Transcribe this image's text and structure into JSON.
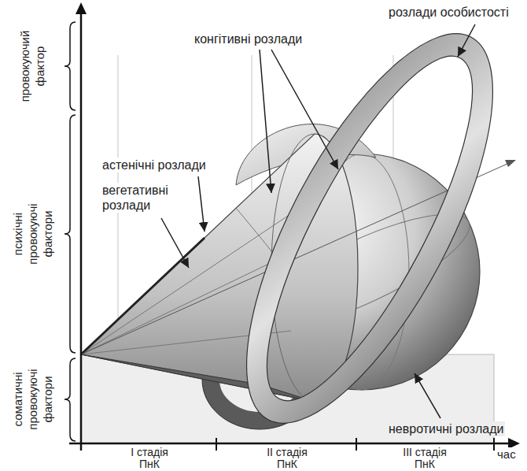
{
  "diagram": {
    "labels": [
      "провокуючий фактор",
      "розлади особистості",
      "конгітивні розлади",
      "астенічні розлади",
      "вегетативні розлади",
      "психічні провокуючі фактори",
      "соматичні провокуючі фактори",
      "невротичні розлади",
      "I стадія ПнК",
      "II стадія ПнК",
      "III стадія ПнК",
      "час"
    ]
  }
}
